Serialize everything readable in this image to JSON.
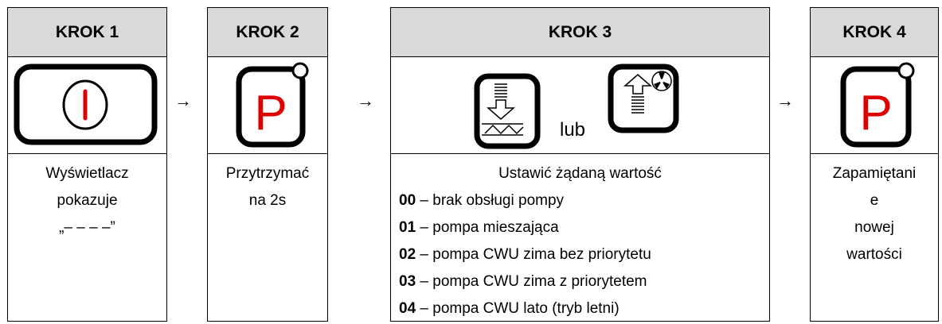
{
  "steps": [
    {
      "title": "KROK 1",
      "icon": "power-button-icon",
      "lines": [
        "Wyświetlacz",
        "pokazuje",
        "„– – – –”"
      ]
    },
    {
      "title": "KROK 2",
      "icon": "p-button-icon",
      "lines": [
        "Przytrzymać",
        "na 2s"
      ]
    },
    {
      "title": "KROK 3",
      "icons": [
        "decrease-button-icon",
        "increase-button-icon"
      ],
      "connector": "lub",
      "heading": "Ustawić żądaną wartość",
      "options": [
        {
          "code": "00",
          "text": "– brak obsługi pompy"
        },
        {
          "code": "01",
          "text": "– pompa mieszająca"
        },
        {
          "code": "02",
          "text": "– pompa CWU zima bez priorytetu"
        },
        {
          "code": "03",
          "text": "– pompa CWU zima z priorytetem"
        },
        {
          "code": "04",
          "text": "– pompa CWU lato (tryb letni)"
        }
      ]
    },
    {
      "title": "KROK 4",
      "icon": "p-button-icon",
      "lines": [
        "Zapamiętani",
        "e",
        "nowej",
        "wartości"
      ]
    }
  ],
  "arrow": "→",
  "p_glyph": "P",
  "colors": {
    "header_bg": "#d9d9d9",
    "accent_red": "#e00000"
  }
}
